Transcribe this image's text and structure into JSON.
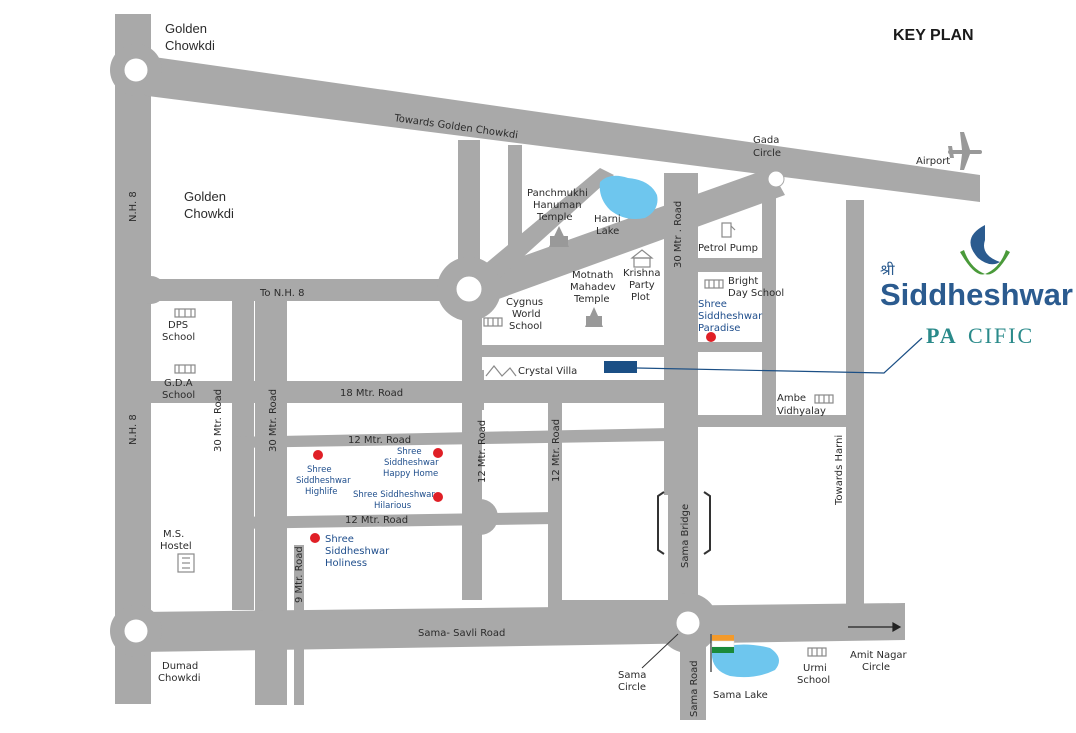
{
  "title": "KEY PLAN",
  "brand": {
    "shri": "श्री",
    "name": "Siddheshwar",
    "sub_mark": "PA",
    "sub_rest": "CIFIC"
  },
  "places": {
    "golden_chowkdi_top": [
      "Golden",
      "Chowkdi"
    ],
    "golden_chowkdi_mid": [
      "Golden",
      "Chowkdi"
    ],
    "gada_circle": [
      "Gada",
      "Circle"
    ],
    "airport": "Airport",
    "panchmukhi": [
      "Panchmukhi",
      "Hanuman",
      "Temple"
    ],
    "harni_lake": [
      "Harni",
      "Lake"
    ],
    "petrol_pump": "Petrol Pump",
    "motnath": [
      "Motnath",
      "Mahadev",
      "Temple"
    ],
    "krishna": [
      "Krishna",
      "Party",
      "Plot"
    ],
    "bright_day": [
      "Bright",
      "Day School"
    ],
    "cygnus": [
      "Cygnus",
      "World",
      "School"
    ],
    "dps": [
      "DPS",
      "School"
    ],
    "gda": [
      "G.D.A",
      "School"
    ],
    "crystal_villa": "Crystal Villa",
    "ambe": [
      "Ambe",
      "Vidhyalay"
    ],
    "ms_hostel": [
      "M.S.",
      "Hostel"
    ],
    "dumad": [
      "Dumad",
      "Chowkdi"
    ],
    "sama_circle": [
      "Sama",
      "Circle"
    ],
    "sama_lake": "Sama Lake",
    "urmi": [
      "Urmi",
      "School"
    ],
    "amit_nagar": [
      "Amit Nagar",
      "Circle"
    ]
  },
  "projects": {
    "paradise": [
      "Shree",
      "Siddheshwar",
      "Paradise"
    ],
    "happy_home": [
      "Shree",
      "Siddheshwar",
      "Happy Home"
    ],
    "highlife": [
      "Shree",
      "Siddheshwar",
      "Highlife"
    ],
    "hilarious": [
      "Shree Siddheshwar",
      "Hilarious"
    ],
    "holiness": [
      "Shree",
      "Siddheshwar",
      "Holiness"
    ]
  },
  "roads": {
    "nh8_upper": "N.H. 8",
    "nh8_lower": "N.H. 8",
    "towards_golden": "Towards Golden Chowkdi",
    "to_nh8": "To N.H. 8",
    "road_30_top": "30 Mtr . Road",
    "road_18": "18 Mtr. Road",
    "road_12_a": "12 Mtr. Road",
    "road_12_b": "12 Mtr. Road",
    "road_12_v1": "12 Mtr. Road",
    "road_12_v2": "12 Mtr. Road",
    "road_30_v1": "30 Mtr. Road",
    "road_30_v2": "30 Mtr. Road",
    "road_9": "9 Mtr. Road",
    "sama_savli": "Sama- Savli Road",
    "sama_bridge": "Sama Bridge",
    "sama_road": "Sama Road",
    "towards_harni": "Towards Harni"
  },
  "colors": {
    "road": "#a9a9a9",
    "project_dot": "#e01f26",
    "site_marker": "#1b4f85",
    "lake": "#6ec6ee",
    "text_blue": "#1f4e8c"
  }
}
